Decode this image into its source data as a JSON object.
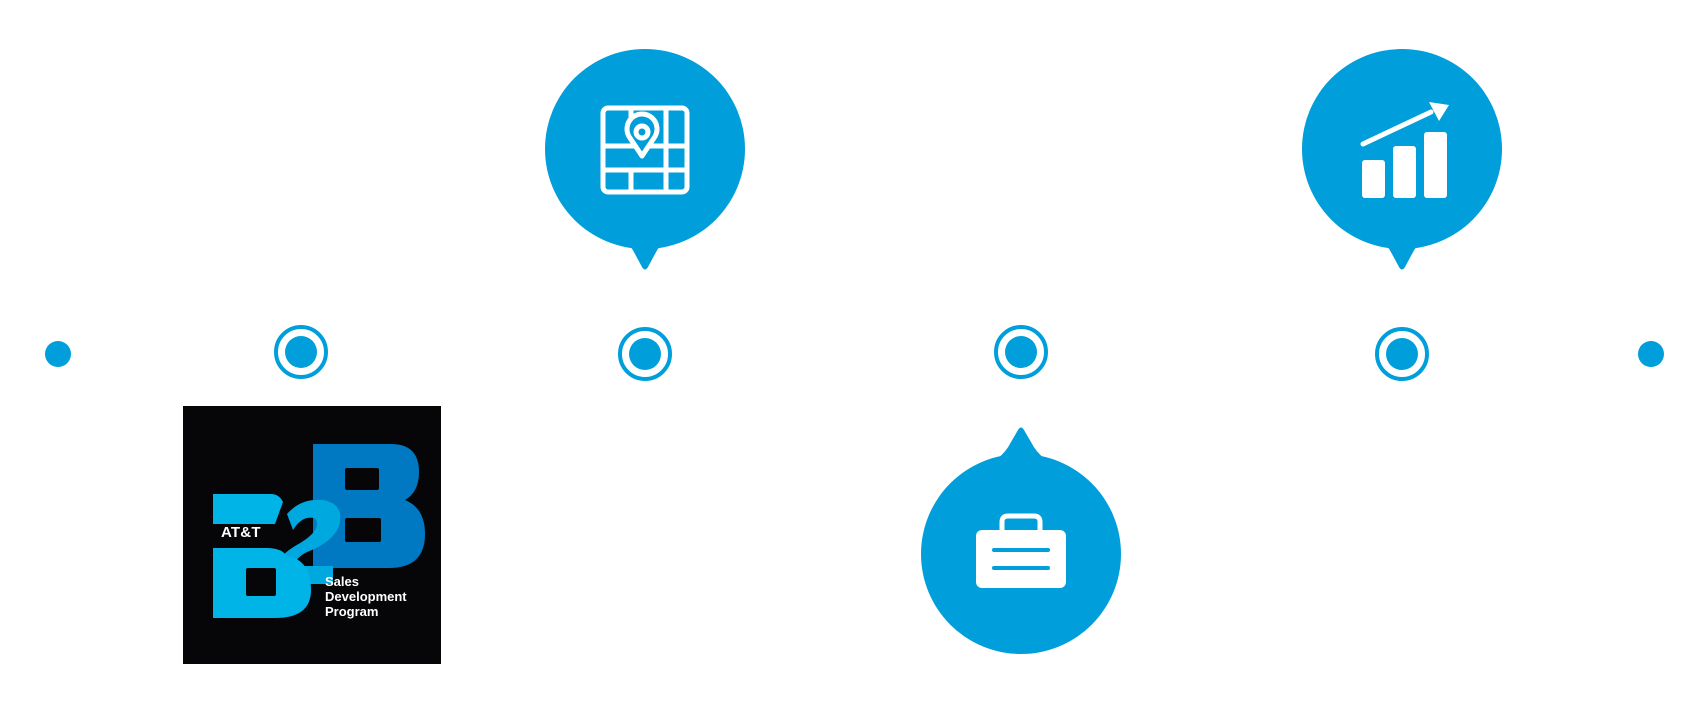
{
  "colors": {
    "accent": "#009fdb",
    "accent_dark": "#0079c2",
    "accent_light": "#00b4e8",
    "logo_background": "#060608",
    "icon_fill": "#ffffff"
  },
  "timeline": {
    "endpoints": [
      "start-dot",
      "end-dot"
    ],
    "milestones": [
      {
        "id": "milestone-1"
      },
      {
        "id": "milestone-2"
      },
      {
        "id": "milestone-3"
      },
      {
        "id": "milestone-4"
      }
    ]
  },
  "bubbles": [
    {
      "icon": "map-pin-icon",
      "milestone": 2,
      "side": "above"
    },
    {
      "icon": "briefcase-icon",
      "milestone": 3,
      "side": "below"
    },
    {
      "icon": "growth-chart-icon",
      "milestone": 4,
      "side": "above"
    }
  ],
  "logo": {
    "mark": "B2B",
    "brand": "AT&T",
    "caption_lines": [
      "Sales",
      "Development",
      "Program"
    ]
  }
}
